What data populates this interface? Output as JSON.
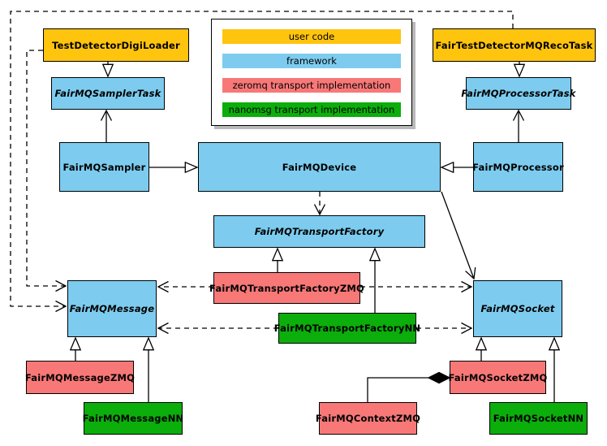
{
  "diagram": {
    "kind": "uml-class-diagram",
    "colors": {
      "user_code": "#FFC40D",
      "framework": "#7DCCEF",
      "zeromq": "#F87878",
      "nanomsg": "#0BAE0B",
      "border": "#000000",
      "background": "#FFFFFF"
    },
    "nodes": {
      "testDetectorDigiLoader": {
        "label": "TestDetectorDigiLoader",
        "category": "user code"
      },
      "fairTestDetectorMQRecoTask": {
        "label": "FairTestDetectorMQRecoTask",
        "category": "user code"
      },
      "fairMQSamplerTask": {
        "label": "FairMQSamplerTask",
        "category": "framework",
        "abstract": true
      },
      "fairMQProcessorTask": {
        "label": "FairMQProcessorTask",
        "category": "framework",
        "abstract": true
      },
      "fairMQSampler": {
        "label": "FairMQSampler",
        "category": "framework"
      },
      "fairMQDevice": {
        "label": "FairMQDevice",
        "category": "framework"
      },
      "fairMQProcessor": {
        "label": "FairMQProcessor",
        "category": "framework"
      },
      "fairMQTransportFactory": {
        "label": "FairMQTransportFactory",
        "category": "framework",
        "abstract": true
      },
      "fairMQMessage": {
        "label": "FairMQMessage",
        "category": "framework",
        "abstract": true
      },
      "fairMQSocket": {
        "label": "FairMQSocket",
        "category": "framework",
        "abstract": true
      },
      "fairMQTransportFactoryZMQ": {
        "label": "FairMQTransportFactoryZMQ",
        "category": "zeromq transport implementation"
      },
      "fairMQMessageZMQ": {
        "label": "FairMQMessageZMQ",
        "category": "zeromq transport implementation"
      },
      "fairMQSocketZMQ": {
        "label": "FairMQSocketZMQ",
        "category": "zeromq transport implementation"
      },
      "fairMQContextZMQ": {
        "label": "FairMQContextZMQ",
        "category": "zeromq transport implementation"
      },
      "fairMQTransportFactoryNN": {
        "label": "FairMQTransportFactoryNN",
        "category": "nanomsg transport implementation"
      },
      "fairMQMessageNN": {
        "label": "FairMQMessageNN",
        "category": "nanomsg transport implementation"
      },
      "fairMQSocketNN": {
        "label": "FairMQSocketNN",
        "category": "nanomsg transport implementation"
      }
    },
    "edges": [
      {
        "from": "TestDetectorDigiLoader",
        "to": "FairMQSamplerTask",
        "relation": "inheritance"
      },
      {
        "from": "FairTestDetectorMQRecoTask",
        "to": "FairMQProcessorTask",
        "relation": "inheritance"
      },
      {
        "from": "FairMQSampler",
        "to": "FairMQDevice",
        "relation": "inheritance"
      },
      {
        "from": "FairMQProcessor",
        "to": "FairMQDevice",
        "relation": "inheritance"
      },
      {
        "from": "FairMQSampler",
        "to": "FairMQSamplerTask",
        "relation": "association"
      },
      {
        "from": "FairMQProcessor",
        "to": "FairMQProcessorTask",
        "relation": "association"
      },
      {
        "from": "FairMQDevice",
        "to": "FairMQSocket",
        "relation": "association"
      },
      {
        "from": "FairMQDevice",
        "to": "FairMQTransportFactory",
        "relation": "dependency"
      },
      {
        "from": "FairMQTransportFactoryZMQ",
        "to": "FairMQTransportFactory",
        "relation": "inheritance"
      },
      {
        "from": "FairMQTransportFactoryNN",
        "to": "FairMQTransportFactory",
        "relation": "inheritance"
      },
      {
        "from": "FairMQTransportFactoryZMQ",
        "to": "FairMQMessage",
        "relation": "dependency"
      },
      {
        "from": "FairMQTransportFactoryZMQ",
        "to": "FairMQSocket",
        "relation": "dependency"
      },
      {
        "from": "FairMQTransportFactoryNN",
        "to": "FairMQMessage",
        "relation": "dependency"
      },
      {
        "from": "FairMQTransportFactoryNN",
        "to": "FairMQSocket",
        "relation": "dependency"
      },
      {
        "from": "TestDetectorDigiLoader",
        "to": "FairMQMessage",
        "relation": "dependency"
      },
      {
        "from": "FairTestDetectorMQRecoTask",
        "to": "FairMQMessage",
        "relation": "dependency"
      },
      {
        "from": "FairMQMessageZMQ",
        "to": "FairMQMessage",
        "relation": "inheritance"
      },
      {
        "from": "FairMQMessageNN",
        "to": "FairMQMessage",
        "relation": "inheritance"
      },
      {
        "from": "FairMQSocketZMQ",
        "to": "FairMQSocket",
        "relation": "inheritance"
      },
      {
        "from": "FairMQSocketNN",
        "to": "FairMQSocket",
        "relation": "inheritance"
      },
      {
        "from": "FairMQContextZMQ",
        "to": "FairMQSocketZMQ",
        "relation": "composition"
      }
    ]
  },
  "legend": {
    "items": [
      {
        "label": "user code",
        "color": "#FFC40D"
      },
      {
        "label": "framework",
        "color": "#7DCCEF"
      },
      {
        "label": "zeromq transport implementation",
        "color": "#F87878"
      },
      {
        "label": "nanomsg transport implementation",
        "color": "#0BAE0B"
      }
    ]
  }
}
